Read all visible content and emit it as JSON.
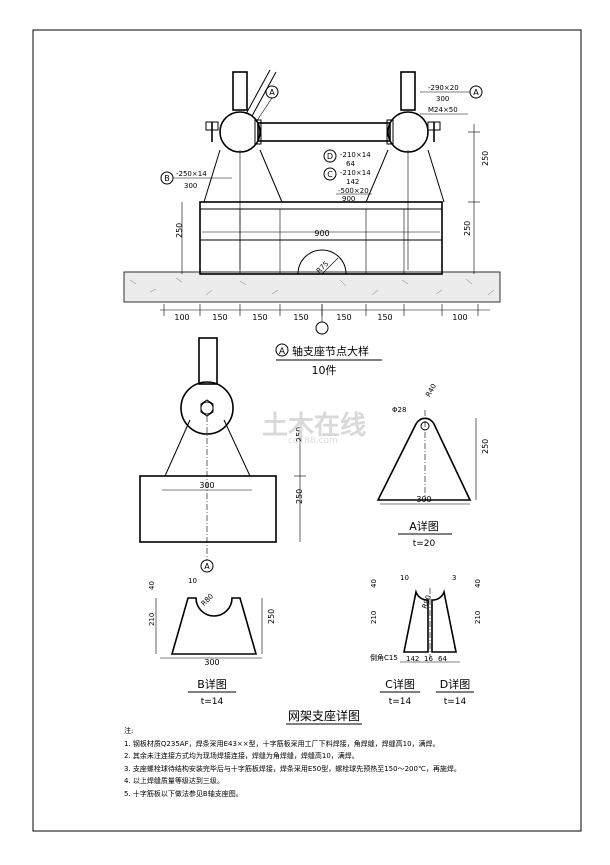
{
  "main_title": "网架支座详图",
  "detail_a_axis": {
    "circle": "A",
    "title": "轴支座节点大样",
    "quantity": "10件"
  },
  "labels": {
    "plate_300": "-290×20",
    "plate_300_len": "300",
    "bolt": "M24×50",
    "rib_d": "-210×14",
    "rib_d_len": "64",
    "rib_c": "-210×14",
    "rib_c_len": "142",
    "base": "-500×20",
    "base_len": "900",
    "rib_b": "-250×14",
    "rib_b_len": "300",
    "circ_a": "A",
    "circ_b": "B",
    "circ_c": "C",
    "circ_d": "D",
    "dim_250": "250",
    "dim_900": "900",
    "dim_r75": "R75",
    "bottom_dims": [
      "100",
      "150",
      "150",
      "150",
      "150",
      "150",
      "100"
    ],
    "phi28": "Φ28",
    "r40": "R40",
    "dim_300": "300",
    "dim_10": "10",
    "dim_40": "40",
    "dim_210": "210",
    "dim_3": "3",
    "r80": "R80",
    "dim_142": "142",
    "dim_16": "16",
    "dim_64": "64",
    "chamfer": "倒角C15"
  },
  "detail_a": {
    "title": "A详图",
    "thickness": "t=20"
  },
  "detail_b": {
    "title": "B详图",
    "thickness": "t=14"
  },
  "detail_c": {
    "title": "C详图",
    "thickness": "t=14"
  },
  "detail_d": {
    "title": "D详图",
    "thickness": "t=14"
  },
  "watermark": {
    "text": "土木在线",
    "sub": "co188.com"
  },
  "notes": {
    "heading": "注:",
    "items": [
      "1.  钢板材质Q235AF，焊条采用E43××型，十字筋板采用工厂下料焊接，角焊缝，焊缝高10，满焊。",
      "2.  其余未注连接方式均为现场焊接连接，焊缝为角焊缝，焊缝高10，满焊。",
      "3.  支座螺栓球待结构安装完毕后与十字筋板焊接，焊条采用E50型，螺栓球先预热至150～200℃，再施焊。",
      "4.  以上焊缝质量等级达到三级。",
      "5.  十字筋板以下做法参见B轴支座图。"
    ]
  }
}
